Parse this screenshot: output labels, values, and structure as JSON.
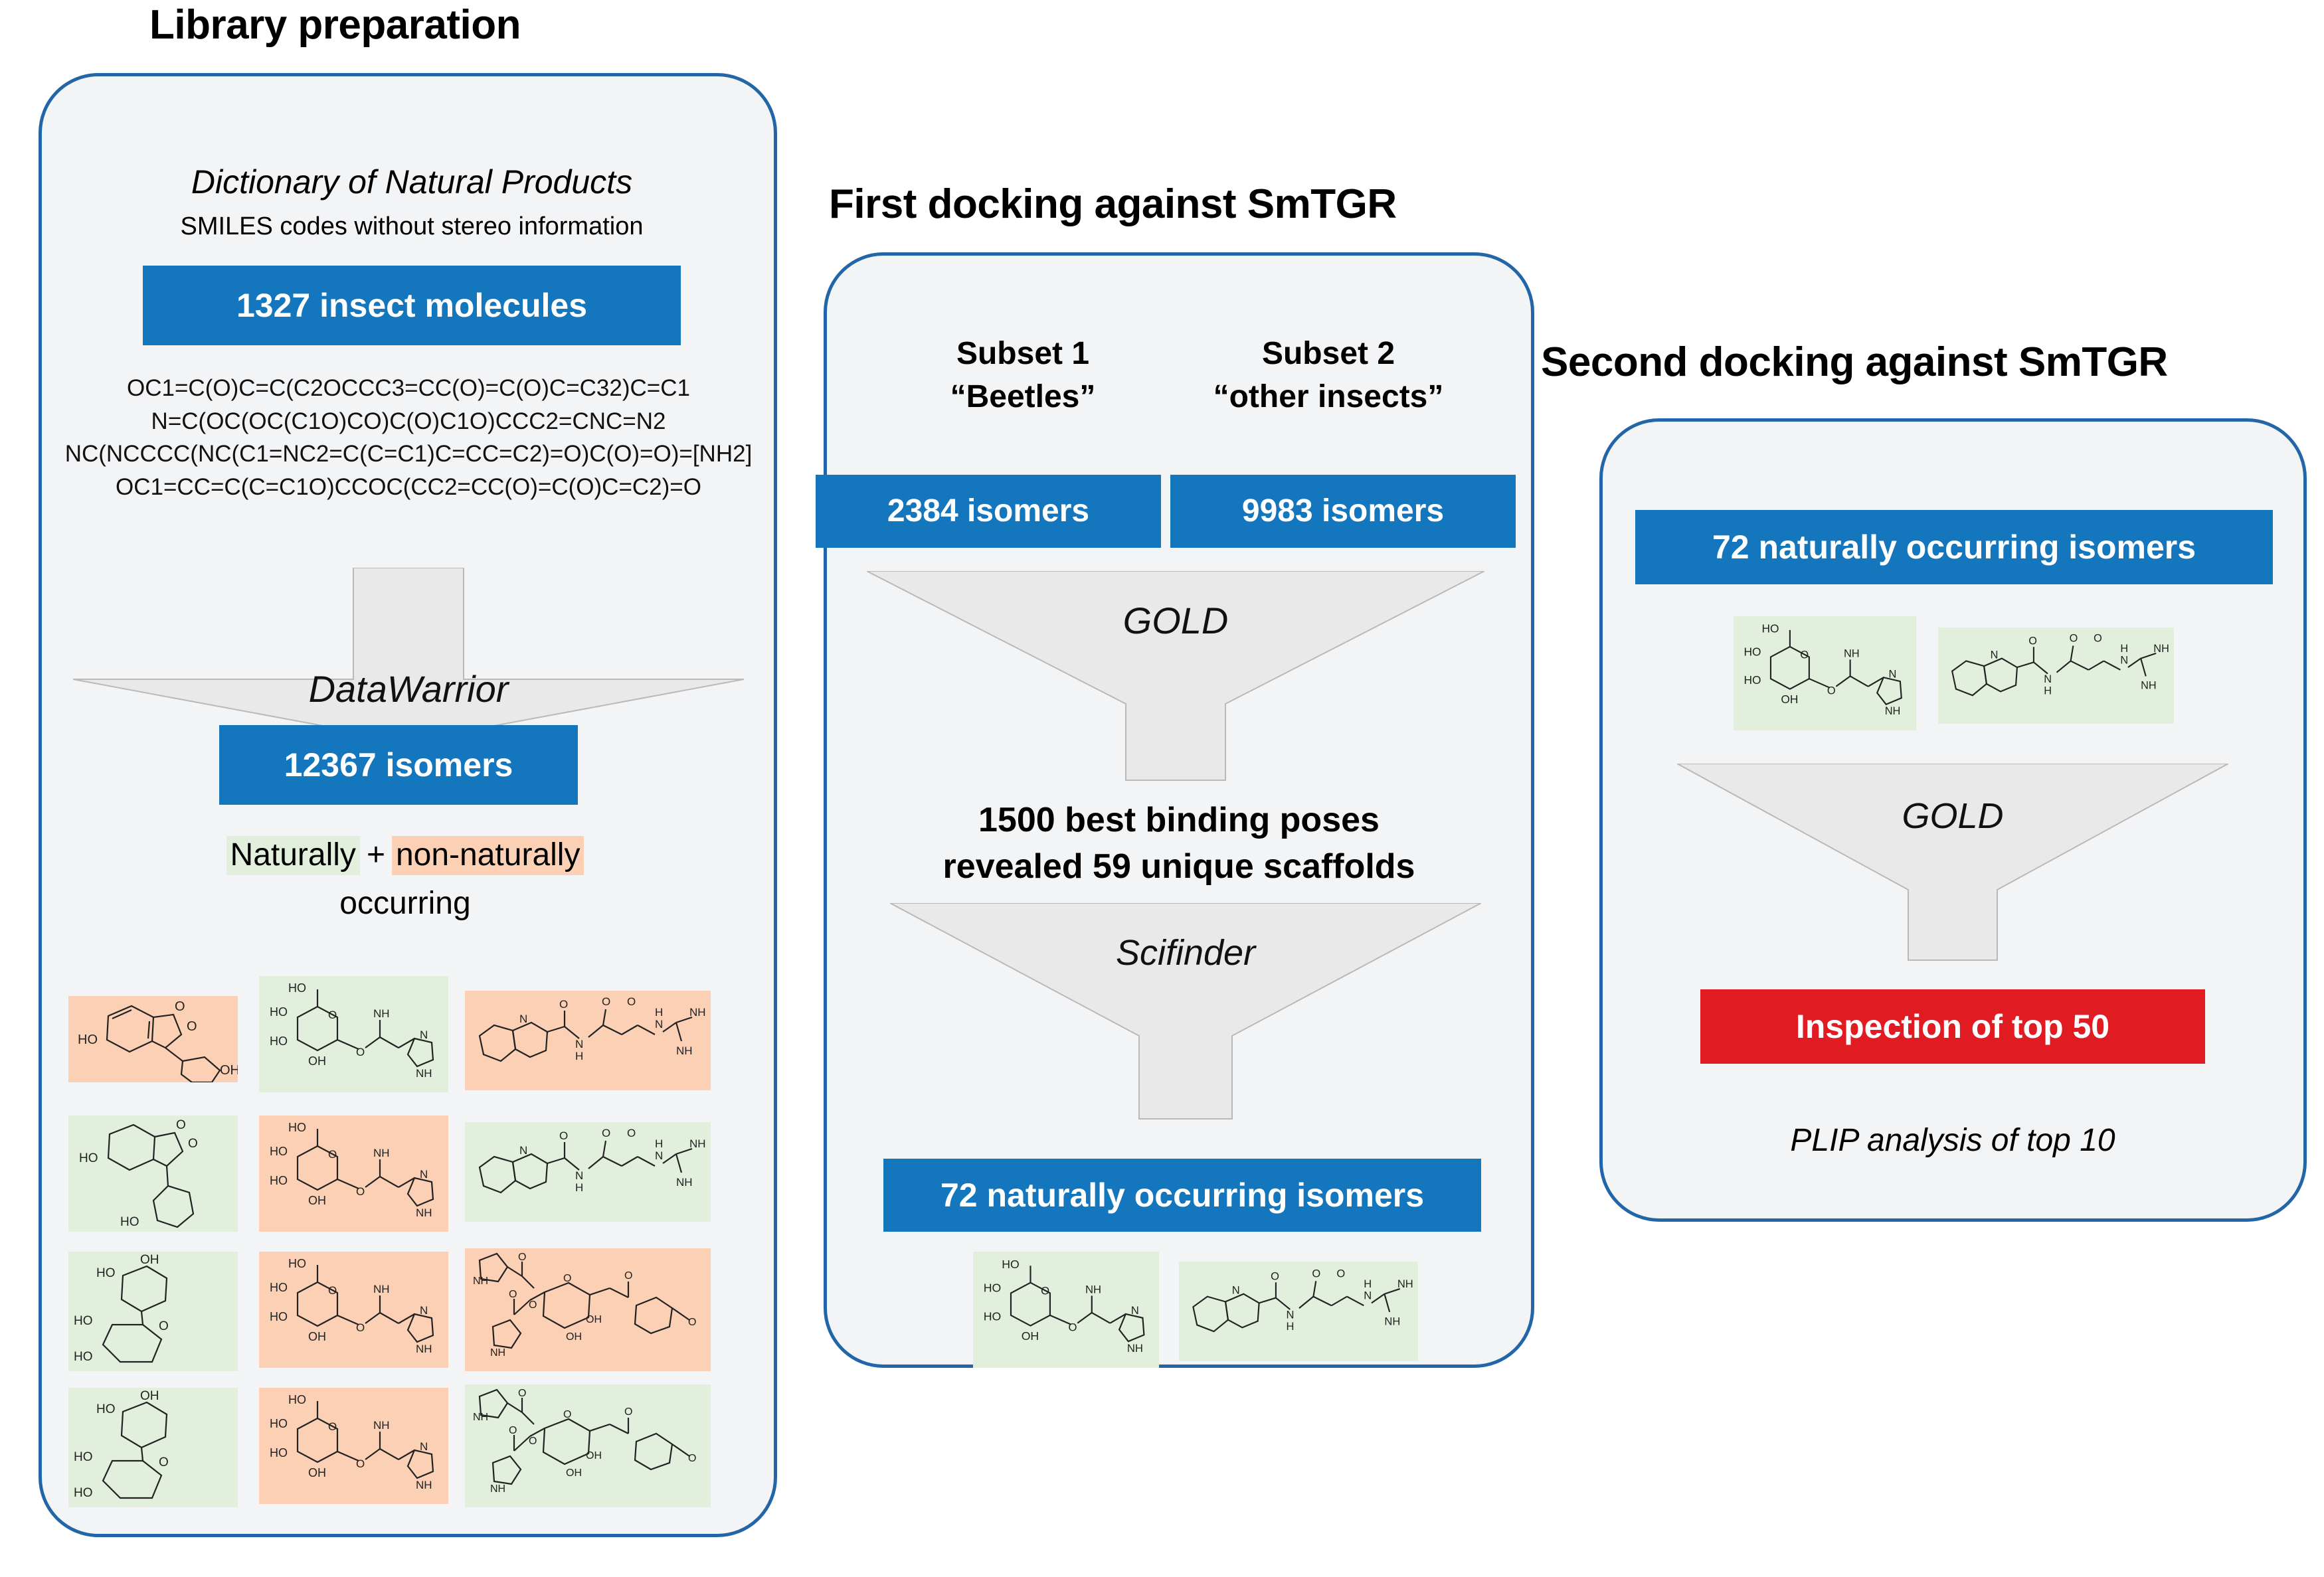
{
  "colors": {
    "blue": "#1476bc",
    "red": "#e01b22",
    "panel_border": "#2366a8",
    "panel_fill": "#f3f4f6",
    "highlight_green": "#e2efdc",
    "highlight_orange": "#fbd0b4",
    "funnel_fill": "#e8e8e8"
  },
  "panels": {
    "library": {
      "title": "Library preparation",
      "source_title": "Dictionary of Natural Products",
      "source_subtitle": "SMILES codes without stereo information",
      "box_molecules": "1327 insect molecules",
      "smiles": [
        "OC1=C(O)C=C(C2OCCC3=CC(O)=C(O)C=C32)C=C1",
        "N=C(OC(OC(C1O)CO)C(O)C1O)CCC2=CNC=N2",
        "NC(NCCCC(NC(C1=NC2=C(C=C1)C=CC=C2)=O)C(O)=O)=[NH2]",
        "OC1=CC=C(C=C1O)CCOC(CC2=CC(O)=C(O)C=C2)=O"
      ],
      "funnel_label": "DataWarrior",
      "box_isomers": "12367 isomers",
      "legend_natural": "Naturally",
      "legend_plus": "+",
      "legend_nonnatural": "non-naturally",
      "legend_occurring": "occurring",
      "molecule_grid": [
        {
          "type": "benzofuranone",
          "class": "orange"
        },
        {
          "type": "glucoside-imidazole",
          "class": "green"
        },
        {
          "type": "quinoline-arginine",
          "class": "orange"
        },
        {
          "type": "benzofuranone",
          "class": "green"
        },
        {
          "type": "glucoside-imidazole",
          "class": "orange"
        },
        {
          "type": "quinoline-arginine",
          "class": "green"
        },
        {
          "type": "catechol-chromane",
          "class": "green"
        },
        {
          "type": "glucoside-imidazole",
          "class": "orange"
        },
        {
          "type": "pyrrole-ester-sugar",
          "class": "orange"
        },
        {
          "type": "catechol-chromane",
          "class": "green"
        },
        {
          "type": "glucoside-imidazole",
          "class": "orange"
        },
        {
          "type": "pyrrole-ester-sugar",
          "class": "green"
        }
      ]
    },
    "first_docking": {
      "title": "First docking against SmTGR",
      "subset1_line1": "Subset 1",
      "subset1_line2": "“Beetles”",
      "subset2_line1": "Subset 2",
      "subset2_line2": "“other insects”",
      "box_subset1": "2384 isomers",
      "box_subset2": "9983 isomers",
      "funnel1_label": "GOLD",
      "poses_line1": "1500 best binding poses",
      "poses_line2": "revealed 59 unique scaffolds",
      "funnel2_label": "Scifinder",
      "box_result": "72 naturally occurring isomers",
      "result_molecules": [
        {
          "type": "glucoside-imidazole",
          "class": "green"
        },
        {
          "type": "quinoline-arginine",
          "class": "green"
        }
      ]
    },
    "second_docking": {
      "title": "Second docking against SmTGR",
      "box_input": "72 naturally occurring isomers",
      "input_molecules": [
        {
          "type": "glucoside-imidazole",
          "class": "green"
        },
        {
          "type": "quinoline-arginine",
          "class": "green"
        }
      ],
      "funnel_label": "GOLD",
      "box_inspection": "Inspection of top 50",
      "footer_note": "PLIP analysis of top 10"
    }
  }
}
